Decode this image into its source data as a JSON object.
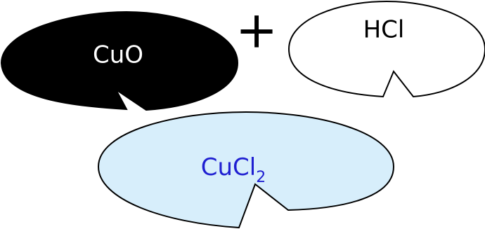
{
  "reaction": {
    "reactant1": {
      "formula": "CuO",
      "fill": "#000000",
      "text_color": "#ffffff"
    },
    "operator": "+",
    "reactant2": {
      "formula": "HCl",
      "fill": "#ffffff",
      "text_color": "#000000"
    },
    "product": {
      "formula_main": "CuCl",
      "formula_subscript": "2",
      "fill": "#d7eefb",
      "text_color": "#1f1fd1"
    }
  }
}
